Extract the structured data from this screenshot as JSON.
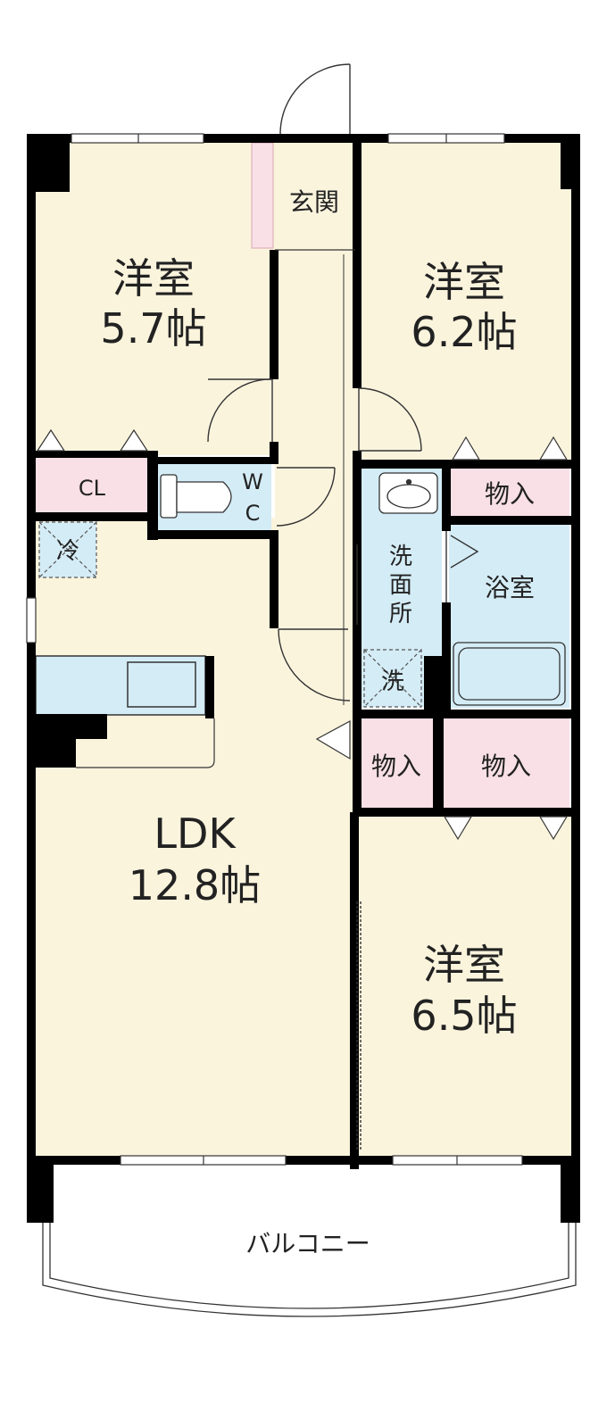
{
  "rooms": {
    "west_bedroom": {
      "name": "洋室",
      "size": "5.7帖"
    },
    "east_bedroom": {
      "name": "洋室",
      "size": "6.2帖"
    },
    "south_bedroom": {
      "name": "洋室",
      "size": "6.5帖"
    },
    "ldk": {
      "name": "LDK",
      "size": "12.8帖"
    }
  },
  "labels": {
    "entrance": "玄関",
    "closet": "CL",
    "wc_w": "W",
    "wc_c": "C",
    "fridge": "冷",
    "washroom": [
      "洗",
      "面",
      "所"
    ],
    "washer": "洗",
    "bath": "浴室",
    "storage_east": "物入",
    "storage_hall_small": "物入",
    "storage_hall_large": "物入",
    "balcony": "バルコニー"
  },
  "colors": {
    "room_fill": "#fbf4dd",
    "wet_fill": "#d4ecf6",
    "storage_fill": "#f8e0e6",
    "wall": "#000000"
  }
}
